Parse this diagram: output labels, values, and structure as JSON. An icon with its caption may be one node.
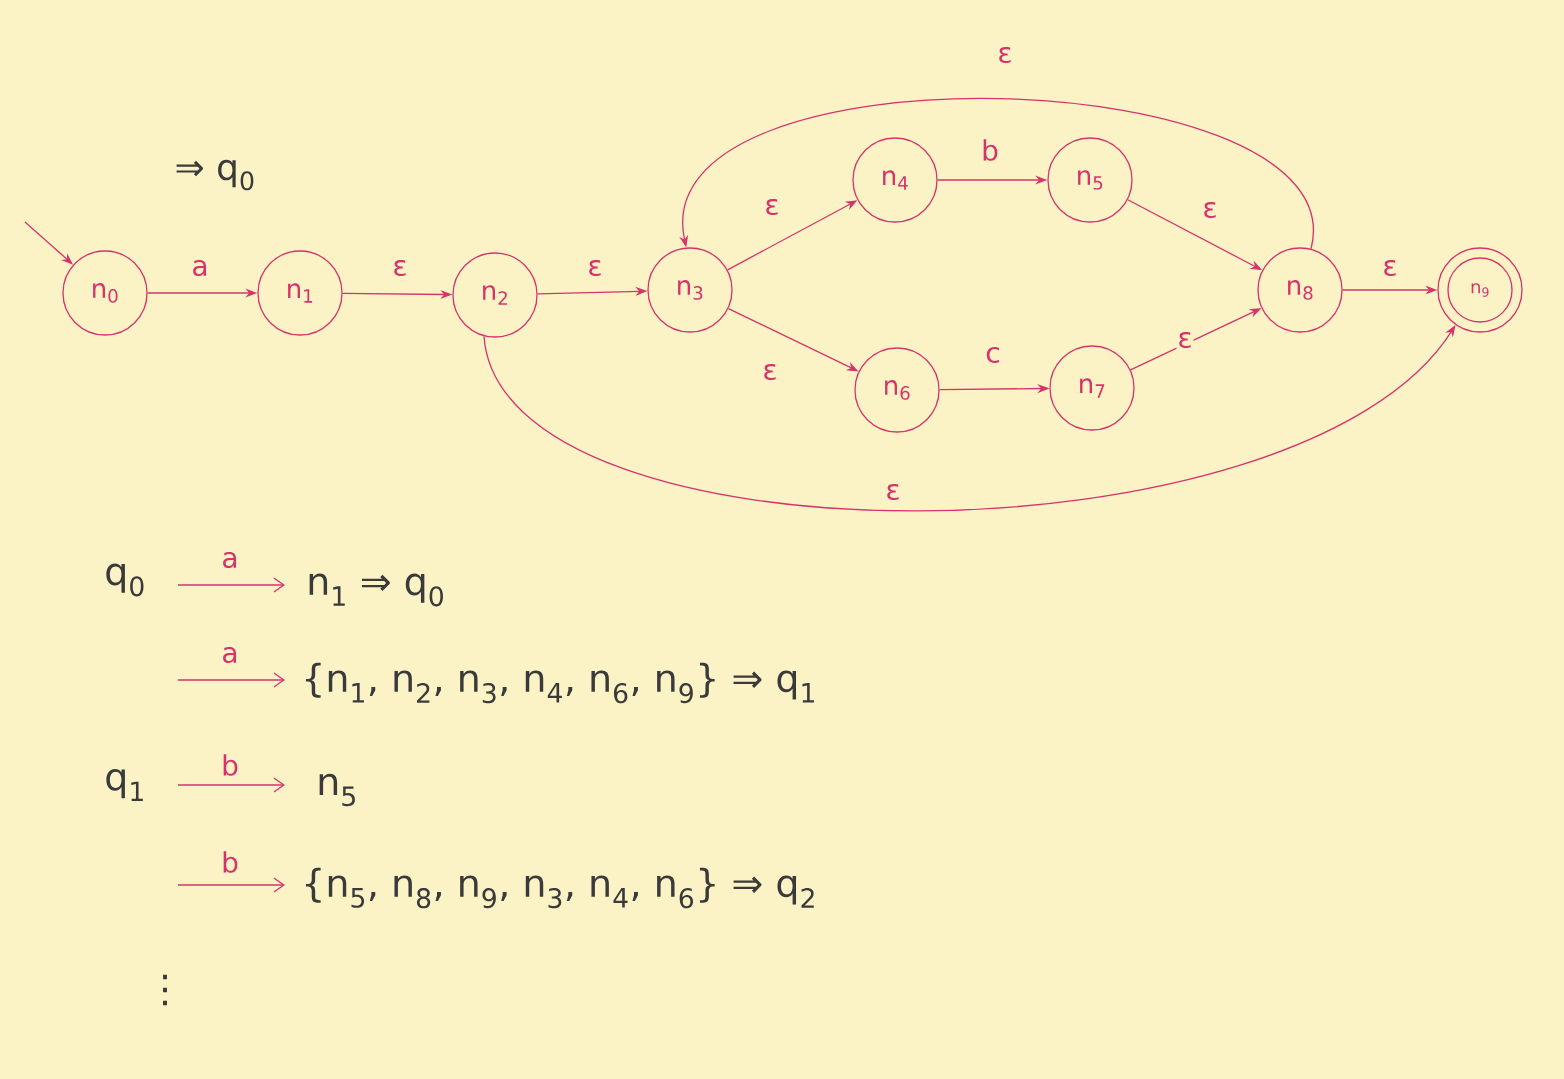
{
  "diagram": {
    "nodes": [
      {
        "text": [
          "n$_{0}$"
        ],
        "beside": [
          "⇒ q$_{0}$"
        ]
      },
      {
        "text": [
          "n$_{1}$"
        ]
      },
      {
        "text": [
          "n$_{2}$"
        ]
      },
      {
        "text": [
          "n$_{3}$"
        ]
      },
      {
        "text": [
          "n$_{4}$"
        ]
      },
      {
        "text": [
          "n$_{5}$"
        ]
      },
      {
        "text": [
          "n$_{6}$"
        ]
      },
      {
        "text": [
          "n$_{7}$"
        ]
      },
      {
        "text": [
          "n$_{8}$"
        ]
      },
      {
        "text": [
          "n$_{9}$"
        ]
      }
    ],
    "edges": [
      {
        "from": null,
        "to": 0,
        "arrow": "to"
      },
      {
        "from": 0,
        "to": 1,
        "arrow": "to",
        "label": "a"
      },
      {
        "from": 1,
        "to": 2,
        "arrow": "to",
        "label": "ε"
      },
      {
        "from": 2,
        "to": 3,
        "arrow": "to",
        "label": "ε"
      },
      {
        "from": 3,
        "to": 4,
        "arrow": "to",
        "label": "ε"
      },
      {
        "from": 4,
        "to": 5,
        "arrow": "to",
        "label": "b"
      },
      {
        "from": 5,
        "to": 8,
        "arrow": "to",
        "label": "ε"
      },
      {
        "from": 3,
        "to": 6,
        "arrow": "to",
        "label": "ε"
      },
      {
        "from": 6,
        "to": 7,
        "arrow": "to",
        "label": "c"
      },
      {
        "from": 7,
        "to": 8,
        "arrow": "to",
        "label": "ε"
      },
      {
        "from": 8,
        "to": 9,
        "arrow": "to",
        "label": "ε"
      },
      {
        "from": 8,
        "to": 3,
        "arrow": "to",
        "label": "ε"
      },
      {
        "from": 2,
        "to": 9,
        "arrow": "to",
        "label": "ε"
      }
    ],
    "labels": [
      "q$_{0}$",
      "a",
      "n$_{1}$ ⇒ q$_{0}$",
      "a",
      "{n$_{1}$, n$_{2}$, n$_{3}$, n$_{4}$, n$_{6}$, n$_{9}$} ⇒ q$_{1}$",
      "q$_{1}$",
      "b",
      "n$_{5}$",
      "b",
      "{n$_{5}$, n$_{8}$, n$_{9}$, n$_{3}$, n$_{4}$, n$_{6}$} ⇒ q$_{2}$",
      "⋮"
    ]
  }
}
